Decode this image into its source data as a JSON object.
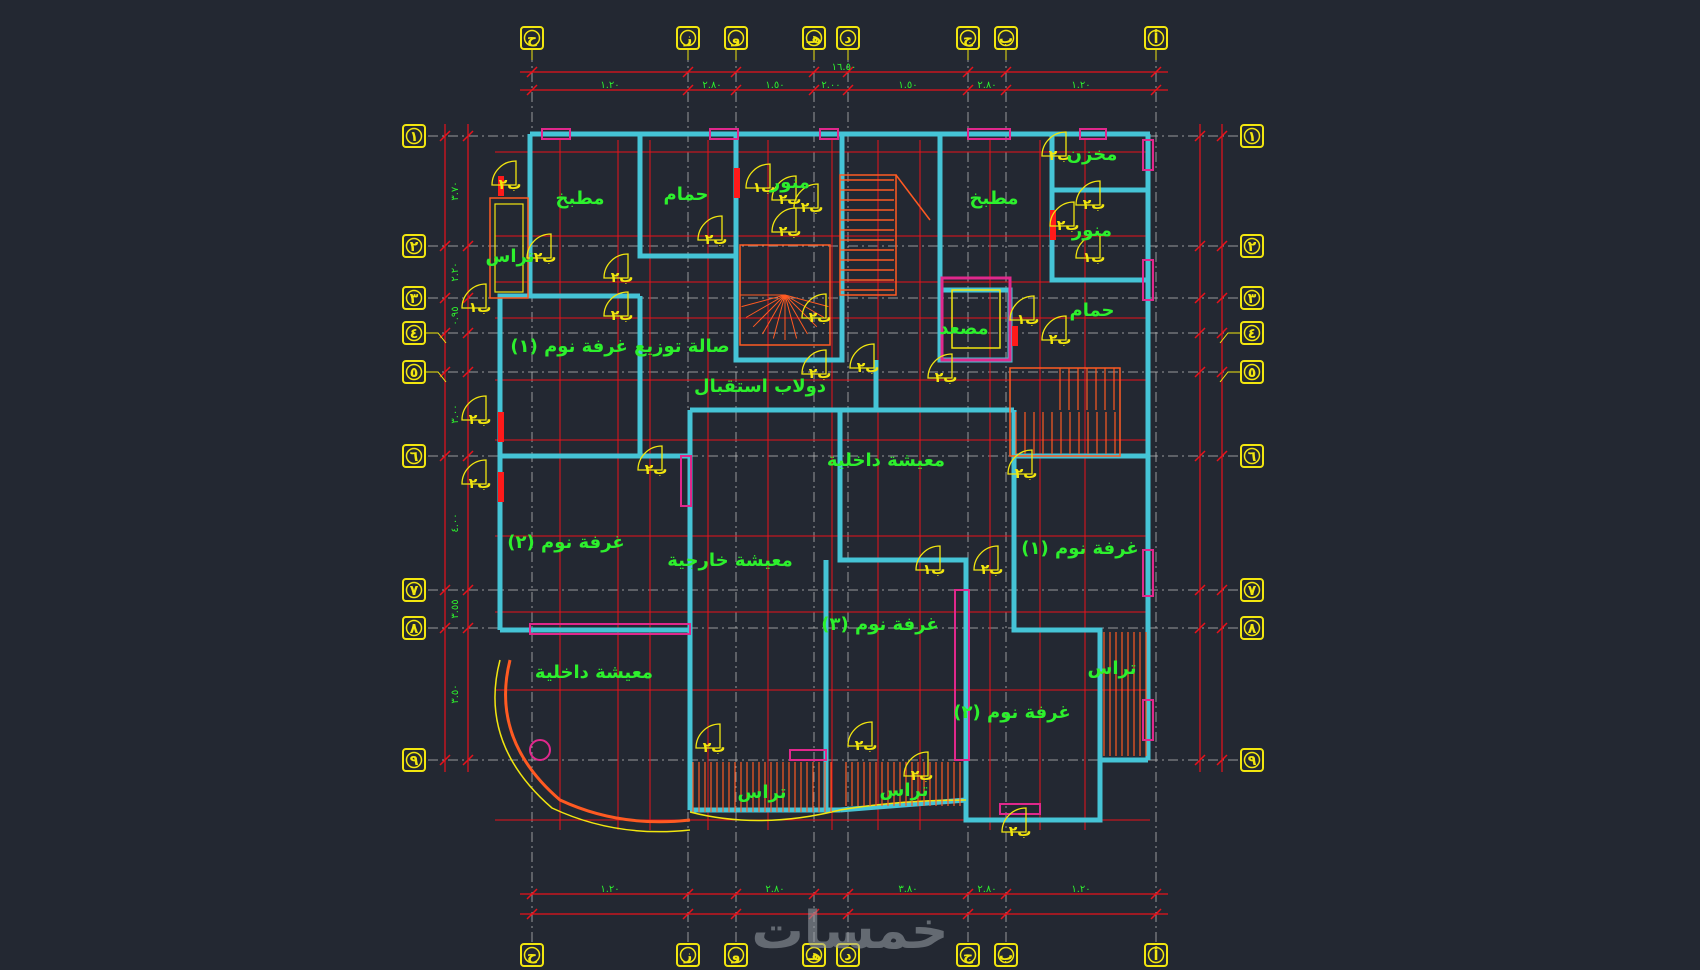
{
  "colors": {
    "background": "#232832",
    "grid": "#c8c8c8",
    "dimension": "#e8121b",
    "wall": "#45c4d6",
    "bubble": "#f2e60f",
    "label": "#2df02d",
    "window": "#e0288c",
    "stair": "#ff5a22",
    "door": "#f2e60f",
    "watermark": "#9aa0a8"
  },
  "grid": {
    "columns_top": [
      "ح",
      "ز",
      "و",
      "هـ",
      "د",
      "ج",
      "ب",
      "أ"
    ],
    "columns_bottom": [
      "ح",
      "ز",
      "و",
      "هـ",
      "د",
      "ج",
      "ب",
      "أ"
    ],
    "rows_left": [
      "١",
      "٢",
      "٣",
      "٤",
      "٥",
      "٦",
      "٧",
      "٨",
      "٩"
    ],
    "rows_right": [
      "١",
      "٢",
      "٣",
      "٤",
      "٥",
      "٦",
      "٧",
      "٨",
      "٩"
    ]
  },
  "rooms": [
    {
      "label": "مطبخ"
    },
    {
      "label": "حمام"
    },
    {
      "label": "منور"
    },
    {
      "label": "مطبخ"
    },
    {
      "label": "مخزن"
    },
    {
      "label": "منور"
    },
    {
      "label": "تراس"
    },
    {
      "label": "حمام"
    },
    {
      "label": "مصعد"
    },
    {
      "label": "صالة توزيع غرفة نوم (١)"
    },
    {
      "label": "دولاب استقبال"
    },
    {
      "label": "معيشة داخلية"
    },
    {
      "label": "غرفة نوم (٢)"
    },
    {
      "label": "معيشة خارجية"
    },
    {
      "label": "غرفة نوم (١)"
    },
    {
      "label": "غرفة نوم (٣)"
    },
    {
      "label": "معيشة داخلية"
    },
    {
      "label": "تراس"
    },
    {
      "label": "غرفة نوم (٢)"
    },
    {
      "label": "تراس"
    },
    {
      "label": "تراس"
    }
  ],
  "door_tags": [
    "ب٢",
    "ب٢",
    "ب٢",
    "ب٢",
    "ب٢",
    "ب١",
    "ب٢",
    "ب٢",
    "ب٢",
    "ب٢",
    "ب٢",
    "ب٢",
    "ب٢",
    "ب٢",
    "ب٢",
    "ب١",
    "ب١",
    "ب٢",
    "ب١",
    "ب٢",
    "ب٢",
    "ب٢",
    "ب٢",
    "ب١",
    "ب٢",
    "ب٢",
    "ب٢",
    "ب٢",
    "ب٢",
    "ب٢"
  ],
  "dimensions": {
    "top_total": "١٦.٥٠",
    "top_segments": [
      "١.٢٠",
      "٢.٨٠",
      "١.٥٠",
      "٢.٠٠",
      "١.٥٠",
      "٢.٨٠",
      "١.٢٠"
    ],
    "bottom_segments": [
      "١.٢٠",
      "٢.٨٠",
      "٣.٨٠",
      "٢.٨٠",
      "١.٢٠"
    ],
    "side_segments": [
      "٣.٧٠",
      "٢.٢٠",
      "٠.٩٥",
      "٣.٠٠",
      "٤.٠٠",
      "٣.٥٥",
      "٣.٥٠"
    ]
  },
  "watermark": "خمسات"
}
